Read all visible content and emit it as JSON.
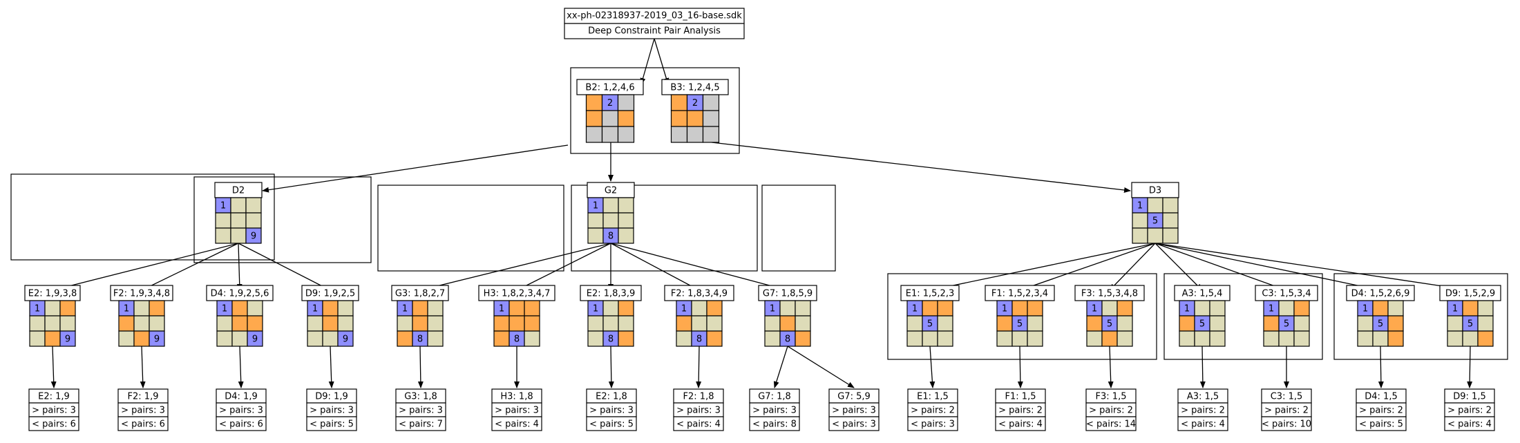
{
  "colors": {
    "blue": "#8f8fff",
    "orange": "#ffa94d",
    "gray": "#cbcbcb",
    "khaki": "#dedcb8",
    "edge": "#000000",
    "background": "#ffffff"
  },
  "root": {
    "title": "xx-ph-02318937-2019_03_16-base.sdk",
    "subtitle": "Deep Constraint Pair Analysis"
  },
  "pair": [
    {
      "label": "B2: 1,2,4,6",
      "cells": [
        "O",
        "B",
        "G",
        "O",
        "G",
        "O",
        "G",
        "G",
        "G"
      ],
      "digits": [
        "",
        "2",
        "",
        "",
        "",
        "",
        "",
        "",
        ""
      ]
    },
    {
      "label": "B3: 1,2,4,5",
      "cells": [
        "O",
        "B",
        "G",
        "O",
        "O",
        "G",
        "G",
        "G",
        "G"
      ],
      "digits": [
        "",
        "2",
        "",
        "",
        "",
        "",
        "",
        "",
        ""
      ]
    }
  ],
  "mid": [
    {
      "label": "D2",
      "cells": [
        "B",
        "K",
        "K",
        "K",
        "K",
        "K",
        "K",
        "K",
        "B"
      ],
      "digits": [
        "1",
        "",
        "",
        "",
        "",
        "",
        "",
        "",
        "9"
      ]
    },
    {
      "label": "G2",
      "cells": [
        "B",
        "K",
        "K",
        "K",
        "K",
        "K",
        "K",
        "B",
        "K"
      ],
      "digits": [
        "1",
        "",
        "",
        "",
        "",
        "",
        "",
        "8",
        ""
      ]
    },
    {
      "label": "D3",
      "cells": [
        "B",
        "K",
        "K",
        "K",
        "B",
        "K",
        "K",
        "K",
        "K"
      ],
      "digits": [
        "1",
        "",
        "",
        "",
        "5",
        "",
        "",
        "",
        ""
      ]
    }
  ],
  "branches": [
    {
      "label": "E2: 1,9,3,8",
      "cells": [
        "B",
        "K",
        "O",
        "K",
        "K",
        "K",
        "K",
        "O",
        "B"
      ],
      "digits": [
        "1",
        "",
        "",
        "",
        "",
        "",
        "",
        "",
        "9"
      ]
    },
    {
      "label": "F2: 1,9,3,4,8",
      "cells": [
        "B",
        "K",
        "O",
        "O",
        "K",
        "K",
        "K",
        "O",
        "B"
      ],
      "digits": [
        "1",
        "",
        "",
        "",
        "",
        "",
        "",
        "",
        "9"
      ]
    },
    {
      "label": "D4: 1,9,2,5,6",
      "cells": [
        "B",
        "O",
        "K",
        "K",
        "O",
        "O",
        "K",
        "K",
        "B"
      ],
      "digits": [
        "1",
        "",
        "",
        "",
        "",
        "",
        "",
        "",
        "9"
      ]
    },
    {
      "label": "D9: 1,9,2,5",
      "cells": [
        "B",
        "O",
        "K",
        "K",
        "O",
        "K",
        "K",
        "K",
        "B"
      ],
      "digits": [
        "1",
        "",
        "",
        "",
        "",
        "",
        "",
        "",
        "9"
      ]
    },
    {
      "label": "G3: 1,8,2,7",
      "cells": [
        "B",
        "O",
        "K",
        "K",
        "O",
        "K",
        "O",
        "B",
        "K"
      ],
      "digits": [
        "1",
        "",
        "",
        "",
        "",
        "",
        "",
        "8",
        ""
      ]
    },
    {
      "label": "H3: 1,8,2,3,4,7",
      "cells": [
        "B",
        "O",
        "O",
        "O",
        "O",
        "O",
        "O",
        "B",
        "K"
      ],
      "digits": [
        "1",
        "",
        "",
        "",
        "",
        "",
        "",
        "8",
        ""
      ]
    },
    {
      "label": "E2: 1,8,3,9",
      "cells": [
        "B",
        "K",
        "O",
        "K",
        "K",
        "K",
        "K",
        "B",
        "O"
      ],
      "digits": [
        "1",
        "",
        "",
        "",
        "",
        "",
        "",
        "8",
        ""
      ]
    },
    {
      "label": "F2: 1,8,3,4,9",
      "cells": [
        "B",
        "K",
        "O",
        "O",
        "K",
        "K",
        "K",
        "B",
        "O"
      ],
      "digits": [
        "1",
        "",
        "",
        "",
        "",
        "",
        "",
        "8",
        ""
      ]
    },
    {
      "label": "G7: 1,8,5,9",
      "cells": [
        "B",
        "K",
        "K",
        "K",
        "O",
        "K",
        "K",
        "B",
        "O"
      ],
      "digits": [
        "1",
        "",
        "",
        "",
        "",
        "",
        "",
        "8",
        ""
      ]
    },
    {
      "label": "E1: 1,5,2,3",
      "cells": [
        "B",
        "O",
        "O",
        "K",
        "B",
        "K",
        "K",
        "K",
        "K"
      ],
      "digits": [
        "1",
        "",
        "",
        "",
        "5",
        "",
        "",
        "",
        ""
      ]
    },
    {
      "label": "F1: 1,5,2,3,4",
      "cells": [
        "B",
        "O",
        "O",
        "O",
        "B",
        "K",
        "K",
        "K",
        "K"
      ],
      "digits": [
        "1",
        "",
        "",
        "",
        "5",
        "",
        "",
        "",
        ""
      ]
    },
    {
      "label": "F3: 1,5,3,4,8",
      "cells": [
        "B",
        "K",
        "O",
        "O",
        "B",
        "K",
        "K",
        "O",
        "K"
      ],
      "digits": [
        "1",
        "",
        "",
        "",
        "5",
        "",
        "",
        "",
        ""
      ]
    },
    {
      "label": "A3: 1,5,4",
      "cells": [
        "B",
        "K",
        "K",
        "O",
        "B",
        "K",
        "K",
        "K",
        "K"
      ],
      "digits": [
        "1",
        "",
        "",
        "",
        "5",
        "",
        "",
        "",
        ""
      ]
    },
    {
      "label": "C3: 1,5,3,4",
      "cells": [
        "B",
        "K",
        "O",
        "O",
        "B",
        "K",
        "K",
        "K",
        "K"
      ],
      "digits": [
        "1",
        "",
        "",
        "",
        "5",
        "",
        "",
        "",
        ""
      ]
    },
    {
      "label": "D4: 1,5,2,6,9",
      "cells": [
        "B",
        "O",
        "K",
        "K",
        "B",
        "O",
        "K",
        "K",
        "O"
      ],
      "digits": [
        "1",
        "",
        "",
        "",
        "5",
        "",
        "",
        "",
        ""
      ]
    },
    {
      "label": "D9: 1,5,2,9",
      "cells": [
        "B",
        "O",
        "K",
        "K",
        "B",
        "K",
        "K",
        "K",
        "O"
      ],
      "digits": [
        "1",
        "",
        "",
        "",
        "5",
        "",
        "",
        "",
        ""
      ]
    }
  ],
  "leaves": [
    {
      "label": "E2: 1,9",
      "gt": "> pairs: 3",
      "lt": "< pairs: 6"
    },
    {
      "label": "F2: 1,9",
      "gt": "> pairs: 3",
      "lt": "< pairs: 6"
    },
    {
      "label": "D4: 1,9",
      "gt": "> pairs: 3",
      "lt": "< pairs: 6"
    },
    {
      "label": "D9: 1,9",
      "gt": "> pairs: 3",
      "lt": "< pairs: 5"
    },
    {
      "label": "G3: 1,8",
      "gt": "> pairs: 3",
      "lt": "< pairs: 7"
    },
    {
      "label": "H3: 1,8",
      "gt": "> pairs: 3",
      "lt": "< pairs: 4"
    },
    {
      "label": "E2: 1,8",
      "gt": "> pairs: 3",
      "lt": "< pairs: 5"
    },
    {
      "label": "F2: 1,8",
      "gt": "> pairs: 3",
      "lt": "< pairs: 4"
    },
    {
      "label": "G7: 1,8",
      "gt": "> pairs: 3",
      "lt": "< pairs: 8"
    },
    {
      "label": "G7: 5,9",
      "gt": "> pairs: 3",
      "lt": "< pairs: 3"
    },
    {
      "label": "E1: 1,5",
      "gt": "> pairs: 2",
      "lt": "< pairs: 3"
    },
    {
      "label": "F1: 1,5",
      "gt": "> pairs: 2",
      "lt": "< pairs: 4"
    },
    {
      "label": "F3: 1,5",
      "gt": "> pairs: 2",
      "lt": "< pairs: 14"
    },
    {
      "label": "A3: 1,5",
      "gt": "> pairs: 2",
      "lt": "< pairs: 4"
    },
    {
      "label": "C3: 1,5",
      "gt": "> pairs: 2",
      "lt": "< pairs: 10"
    },
    {
      "label": "D4: 1,5",
      "gt": "> pairs: 2",
      "lt": "< pairs: 5"
    },
    {
      "label": "D9: 1,5",
      "gt": "> pairs: 2",
      "lt": "< pairs: 4"
    }
  ]
}
